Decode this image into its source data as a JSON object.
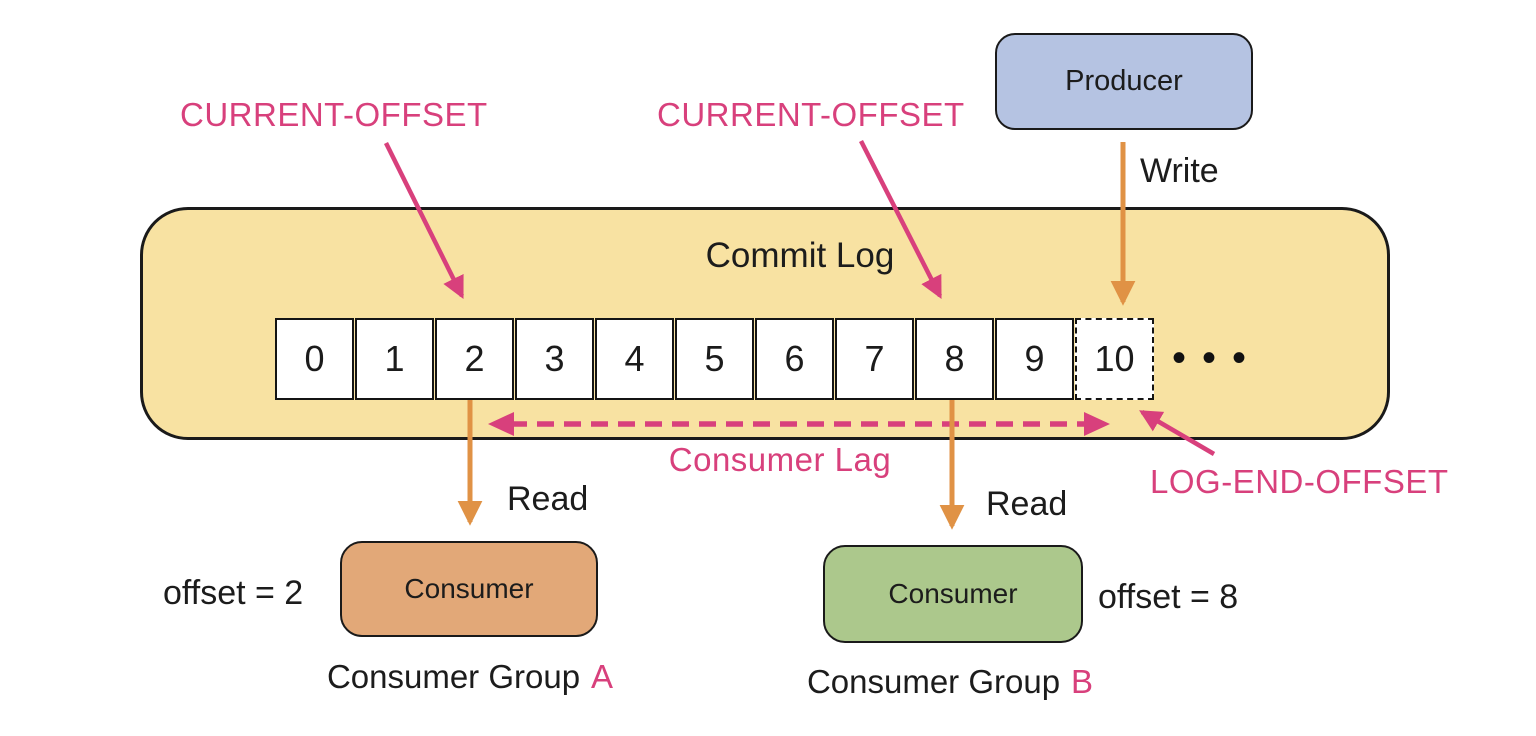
{
  "colors": {
    "background": "#FFFFFF",
    "commit_log_fill": "#F8E2A2",
    "producer_fill": "#B5C3E2",
    "consumer_a_fill": "#E2A878",
    "consumer_b_fill": "#ACC88C",
    "arrow_orange": "#E09245",
    "accent_pink": "#D8407C",
    "ink": "#1C1C1C"
  },
  "producer": {
    "label": "Producer",
    "action_label": "Write"
  },
  "commit_log": {
    "title": "Commit Log",
    "cells": [
      "0",
      "1",
      "2",
      "3",
      "4",
      "5",
      "6",
      "7",
      "8",
      "9",
      "10"
    ],
    "ellipsis": "•••",
    "consumer_lag_label": "Consumer Lag",
    "current_offset_left_label": "CURRENT-OFFSET",
    "current_offset_right_label": "CURRENT-OFFSET",
    "log_end_offset_label": "LOG-END-OFFSET"
  },
  "consumer_group_a": {
    "read_label": "Read",
    "offset_label": "offset = 2",
    "box_label": "Consumer",
    "group_label": "Consumer Group",
    "group_letter": "A"
  },
  "consumer_group_b": {
    "read_label": "Read",
    "offset_label": "offset = 8",
    "box_label": "Consumer",
    "group_label": "Consumer Group",
    "group_letter": "B"
  }
}
